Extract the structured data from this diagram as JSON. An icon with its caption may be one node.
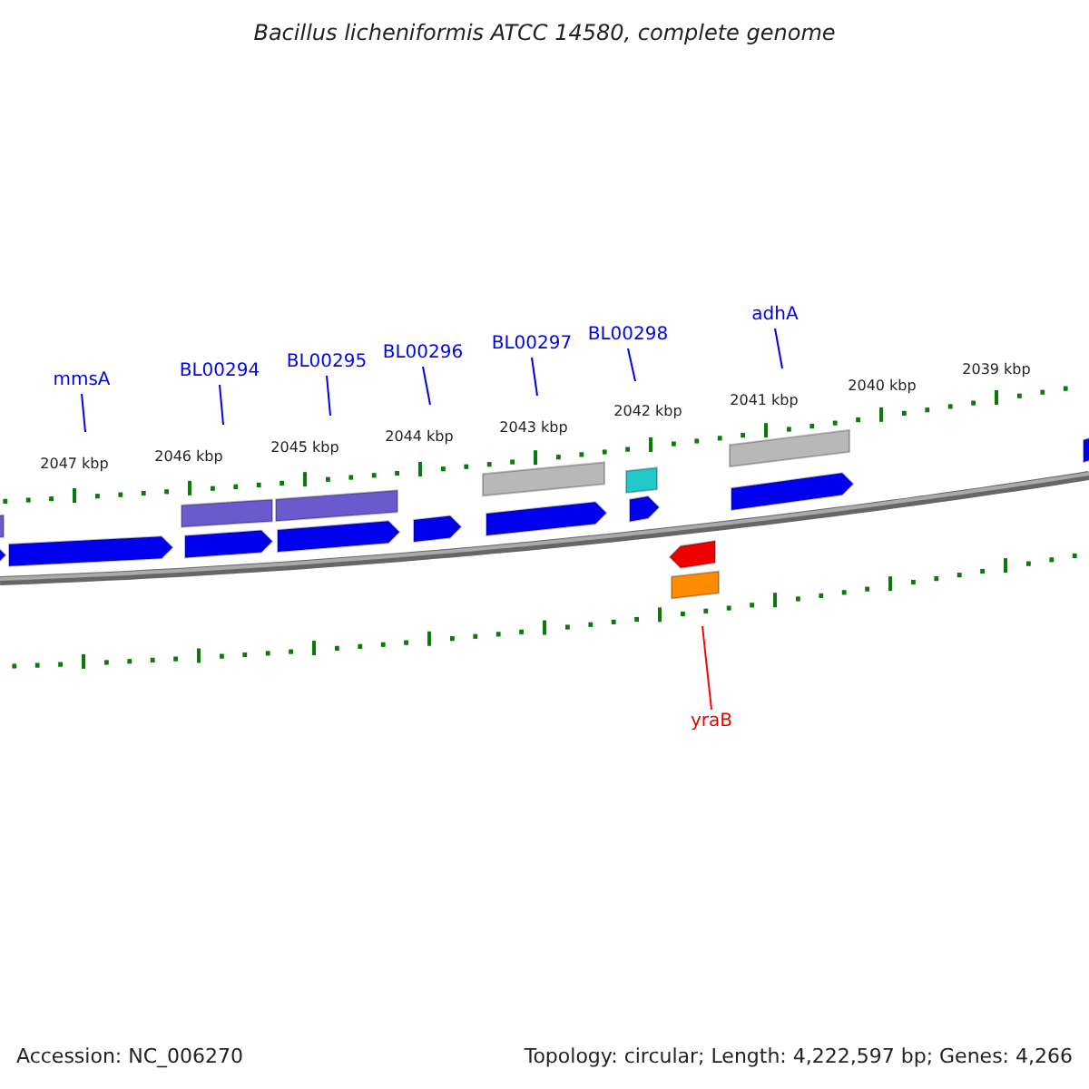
{
  "diagram": {
    "title": "Bacillus licheniformis ATCC 14580, complete genome",
    "nodes": [
      {
        "text": [
          "mmsA"
        ]
      },
      {
        "text": [
          "BL00294"
        ]
      },
      {
        "text": [
          "BL00295"
        ]
      },
      {
        "text": [
          "BL00296"
        ]
      },
      {
        "text": [
          "BL00297"
        ]
      },
      {
        "text": [
          "BL00298"
        ]
      },
      {
        "text": [
          "adhA"
        ]
      },
      {
        "text": [
          "yraB"
        ]
      }
    ],
    "edges": [
      {
        "from": null,
        "to": 0,
        "arrow": "none"
      },
      {
        "from": null,
        "to": 1,
        "arrow": "none"
      },
      {
        "from": null,
        "to": 2,
        "arrow": "none"
      },
      {
        "from": null,
        "to": 3,
        "arrow": "none"
      },
      {
        "from": null,
        "to": 4,
        "arrow": "none"
      },
      {
        "from": null,
        "to": 5,
        "arrow": "none"
      },
      {
        "from": null,
        "to": 6,
        "arrow": "none"
      },
      {
        "from": null,
        "to": 7,
        "arrow": "none",
        "color": "#ff0000"
      }
    ],
    "labels": [
      "2039 kbp",
      "2040 kbp",
      "2041 kbp",
      "2042 kbp",
      "2043 kbp",
      "2044 kbp",
      "2045 kbp",
      "2046 kbp",
      "2047 kbp",
      "Accession: NC_006270",
      "Topology: circular; Length: 4,222,597 bp; Genes: 4,266"
    ]
  }
}
